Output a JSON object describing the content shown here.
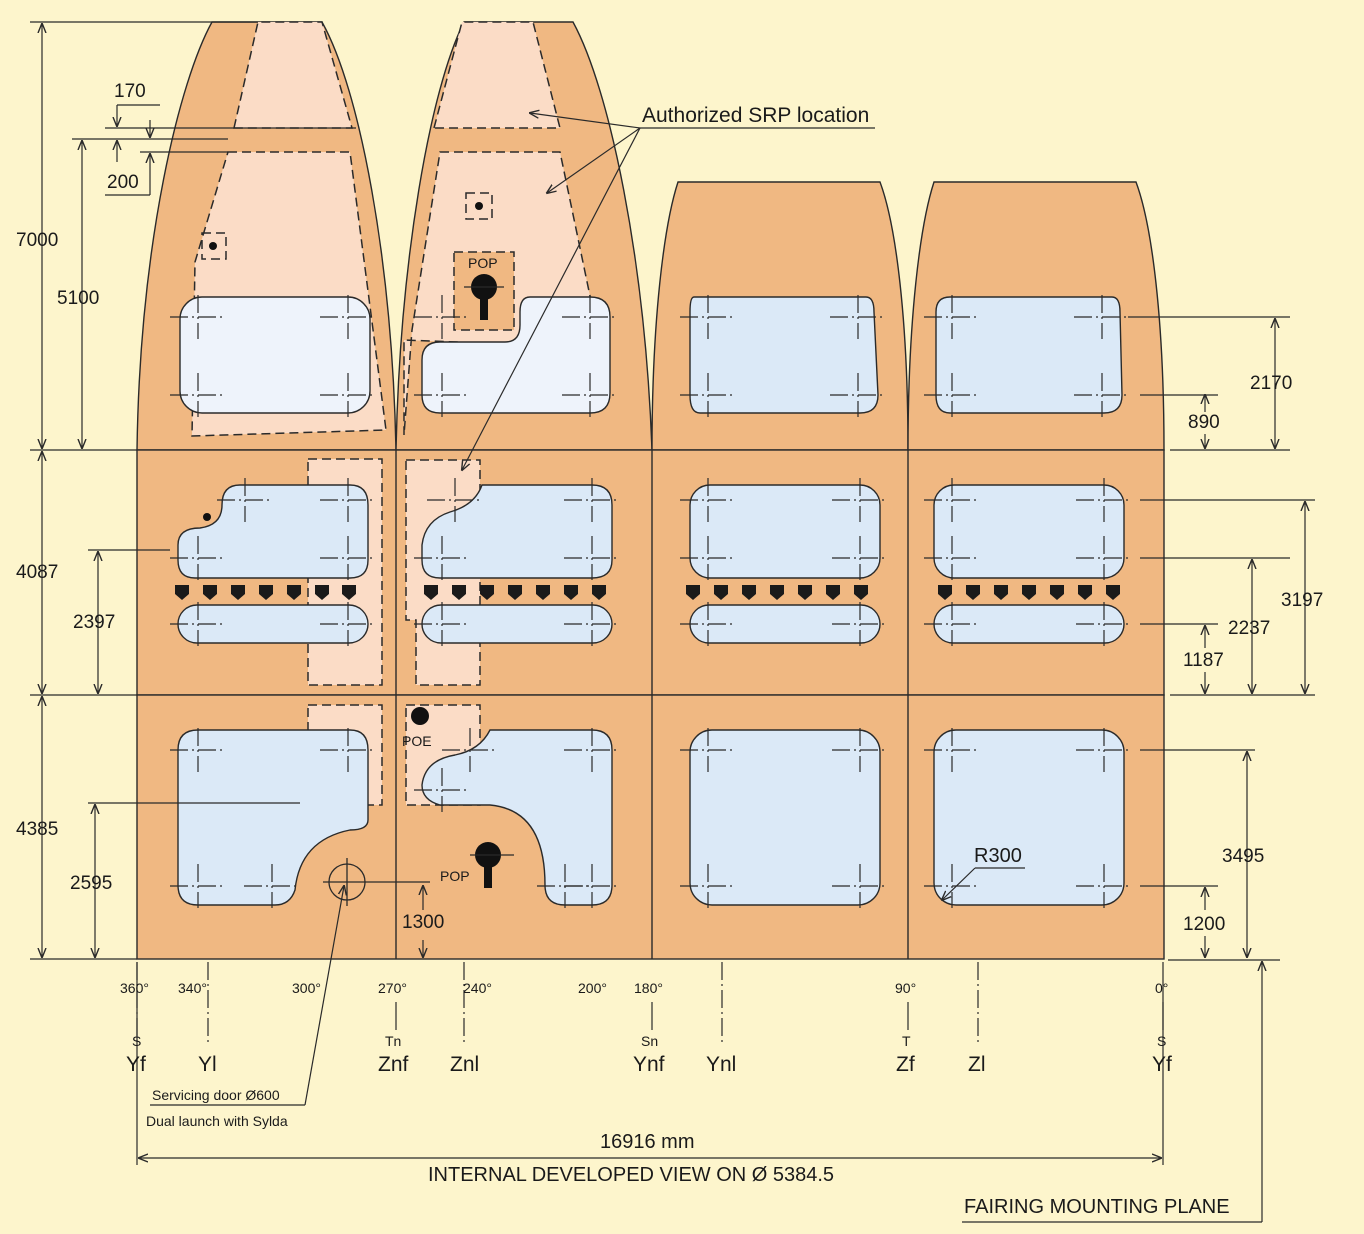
{
  "colors": {
    "background": "#fdf5cc",
    "panel": "#f0b882",
    "srp_zone": "#fbdcc6",
    "window": "#dbe9f7",
    "line": "#2a2a2a"
  },
  "labels": {
    "authorized_srp": "Authorized SRP location",
    "pop": "POP",
    "poe": "POE",
    "r300": "R300",
    "servicing_door": "Servicing door Ø600",
    "dual_launch": "Dual launch with Sylda",
    "total_width": "16916 mm",
    "view_title": "INTERNAL DEVELOPED VIEW ON  Ø 5384.5",
    "mounting_plane": "FAIRING MOUNTING PLANE"
  },
  "dimensions": {
    "left": [
      "7000",
      "5100",
      "170",
      "200",
      "4087",
      "2397",
      "4385",
      "2595",
      "1300"
    ],
    "right": [
      "2170",
      "890",
      "3197",
      "2237",
      "1187",
      "3495",
      "1200"
    ]
  },
  "angles": [
    "360°",
    "340°",
    "300°",
    "270°",
    "240°",
    "200°",
    "180°",
    "90°",
    "0°"
  ],
  "axis_sub": [
    "S",
    "Tn",
    "Sn",
    "T",
    "S"
  ],
  "axis_names": [
    "Yf",
    "Yl",
    "Znf",
    "Znl",
    "Ynf",
    "Ynl",
    "Zf",
    "Zl",
    "Yf"
  ]
}
